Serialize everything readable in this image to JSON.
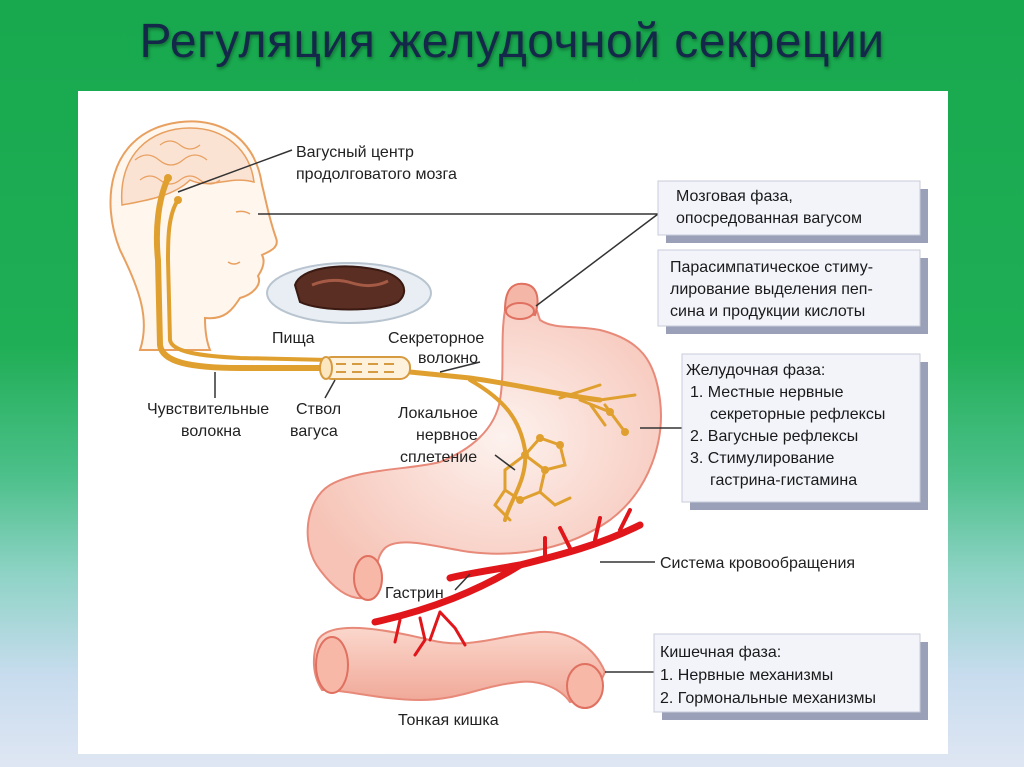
{
  "title": "Регуляция желудочной секреции",
  "labels": {
    "vagus_center_1": "Вагусный центр",
    "vagus_center_2": "продолговатого мозга",
    "food": "Пища",
    "secretory_1": "Секреторное",
    "secretory_2": "волокно",
    "sensory_1": "Чувствительные",
    "sensory_2": "волокна",
    "vagus_trunk_1": "Ствол",
    "vagus_trunk_2": "вагуса",
    "plexus_1": "Локальное",
    "plexus_2": "нервное",
    "plexus_3": "сплетение",
    "circulation": "Система кровообращения",
    "gastrin": "Гастрин",
    "small_intestine": "Тонкая кишка"
  },
  "boxes": {
    "cephalic_1": "Мозговая фаза,",
    "cephalic_2": "опосредованная вагусом",
    "para_1": "Парасимпатическое стиму-",
    "para_2": "лирование выделения пеп-",
    "para_3": "сина и продукции кислоты",
    "gastric_1": "Желудочная фаза:",
    "gastric_2": "1. Местные нервные",
    "gastric_3": "секреторные рефлексы",
    "gastric_4": "2. Вагусные рефлексы",
    "gastric_5": "3. Стимулирование",
    "gastric_6": "гастрина-гистамина",
    "intestinal_1": "Кишечная фаза:",
    "intestinal_2": "1. Нервные механизмы",
    "intestinal_3": "2. Гормональные механизмы"
  },
  "colors": {
    "nerve": "#e0a030",
    "blood": "#e0161b",
    "organ_fill": "#f8cfc4",
    "organ_stroke": "#e88a7a",
    "head_stroke": "#e8a060",
    "box_shadow": "#9aa0b8"
  }
}
